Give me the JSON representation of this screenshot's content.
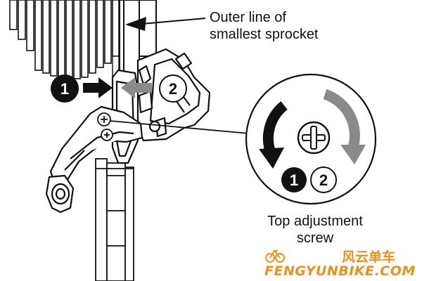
{
  "diagram": {
    "callouts": {
      "sprocket": "Outer line of\nsmallest sprocket",
      "screw": "Top adjustment\nscrew"
    },
    "steps": [
      {
        "number": "1",
        "style": "filled"
      },
      {
        "number": "2",
        "style": "outlined"
      }
    ],
    "colors": {
      "line": "#111111",
      "arrow_1": "#111111",
      "arrow_2": "#8a8a8a",
      "watermark": "#e8921c"
    }
  },
  "watermark": {
    "name_cn": "风云单车",
    "name_en": "FENGYUNBIKE.COM"
  }
}
